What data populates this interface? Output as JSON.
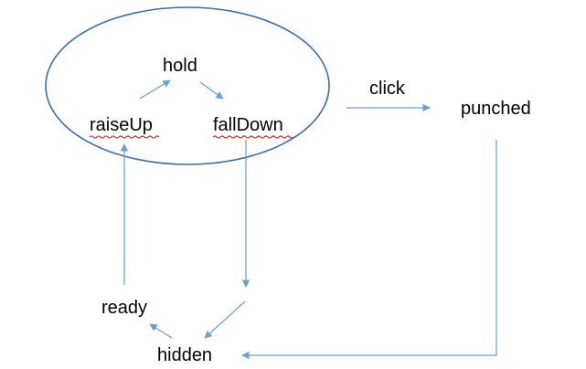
{
  "diagram": {
    "colors": {
      "ellipse": "#3a6ea5",
      "arrow": "#6a9fd0",
      "text": "#000000",
      "spellcheck_underline": "#d02020"
    },
    "nodes": {
      "hold": "hold",
      "raiseUp": "raiseUp",
      "fallDown": "fallDown",
      "punched": "punched",
      "ready": "ready",
      "hidden": "hidden"
    },
    "edge_labels": {
      "click": "click"
    },
    "groups": {
      "active_cycle": [
        "raiseUp",
        "hold",
        "fallDown"
      ]
    },
    "edges": [
      {
        "from": "raiseUp",
        "to": "hold"
      },
      {
        "from": "hold",
        "to": "fallDown"
      },
      {
        "from": "fallDown",
        "to": "hidden"
      },
      {
        "from": "hidden",
        "to": "ready"
      },
      {
        "from": "ready",
        "to": "raiseUp"
      },
      {
        "from": "active_cycle",
        "to": "punched",
        "label": "click"
      },
      {
        "from": "punched",
        "to": "hidden"
      }
    ]
  }
}
